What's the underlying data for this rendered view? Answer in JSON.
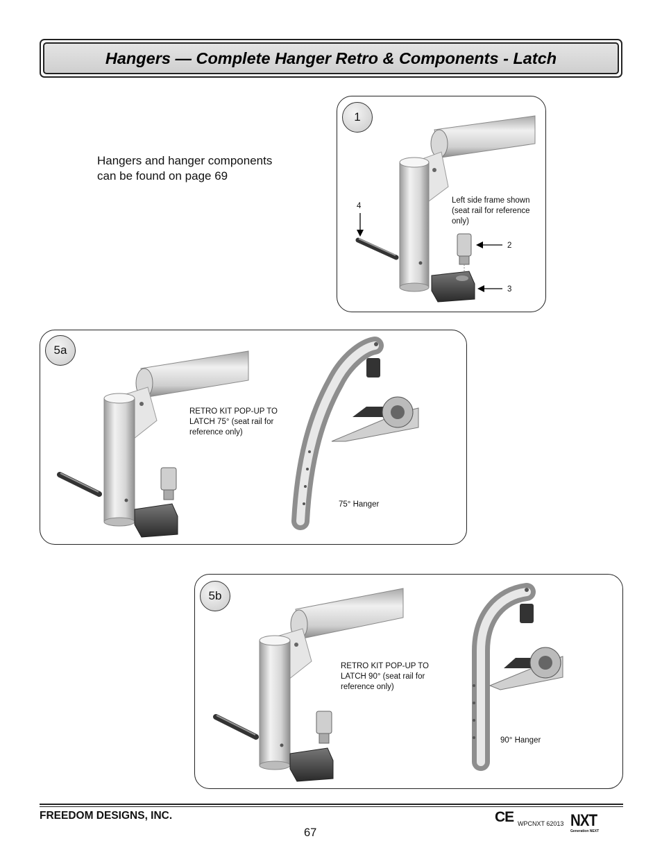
{
  "header": {
    "title": "Hangers — Complete Hanger Retro & Components - Latch"
  },
  "intro": {
    "line1": "Hangers and hanger components",
    "line2": "can be found on page 69"
  },
  "panel1": {
    "badge": "1",
    "note": [
      "Left side frame shown",
      "(seat rail for reference",
      "only)"
    ],
    "callouts": {
      "c4": "4",
      "c2": "2",
      "c3": "3"
    }
  },
  "panel5a": {
    "badge": "5a",
    "note": [
      "RETRO KIT POP-UP TO",
      "LATCH 75°  (seat rail for",
      "reference only)"
    ],
    "hanger_label": "75°  Hanger"
  },
  "panel5b": {
    "badge": "5b",
    "note": [
      "RETRO KIT POP-UP TO",
      "LATCH 90°  (seat rail for",
      "reference only)"
    ],
    "hanger_label": "90°  Hanger"
  },
  "footer": {
    "company": "FREEDOM DESIGNS, INC.",
    "page_number": "67",
    "ce_mark": "CE",
    "doc_id": "WPCNXT 62013",
    "logo": "NXT",
    "logo_sub": "Generation NEXT"
  }
}
